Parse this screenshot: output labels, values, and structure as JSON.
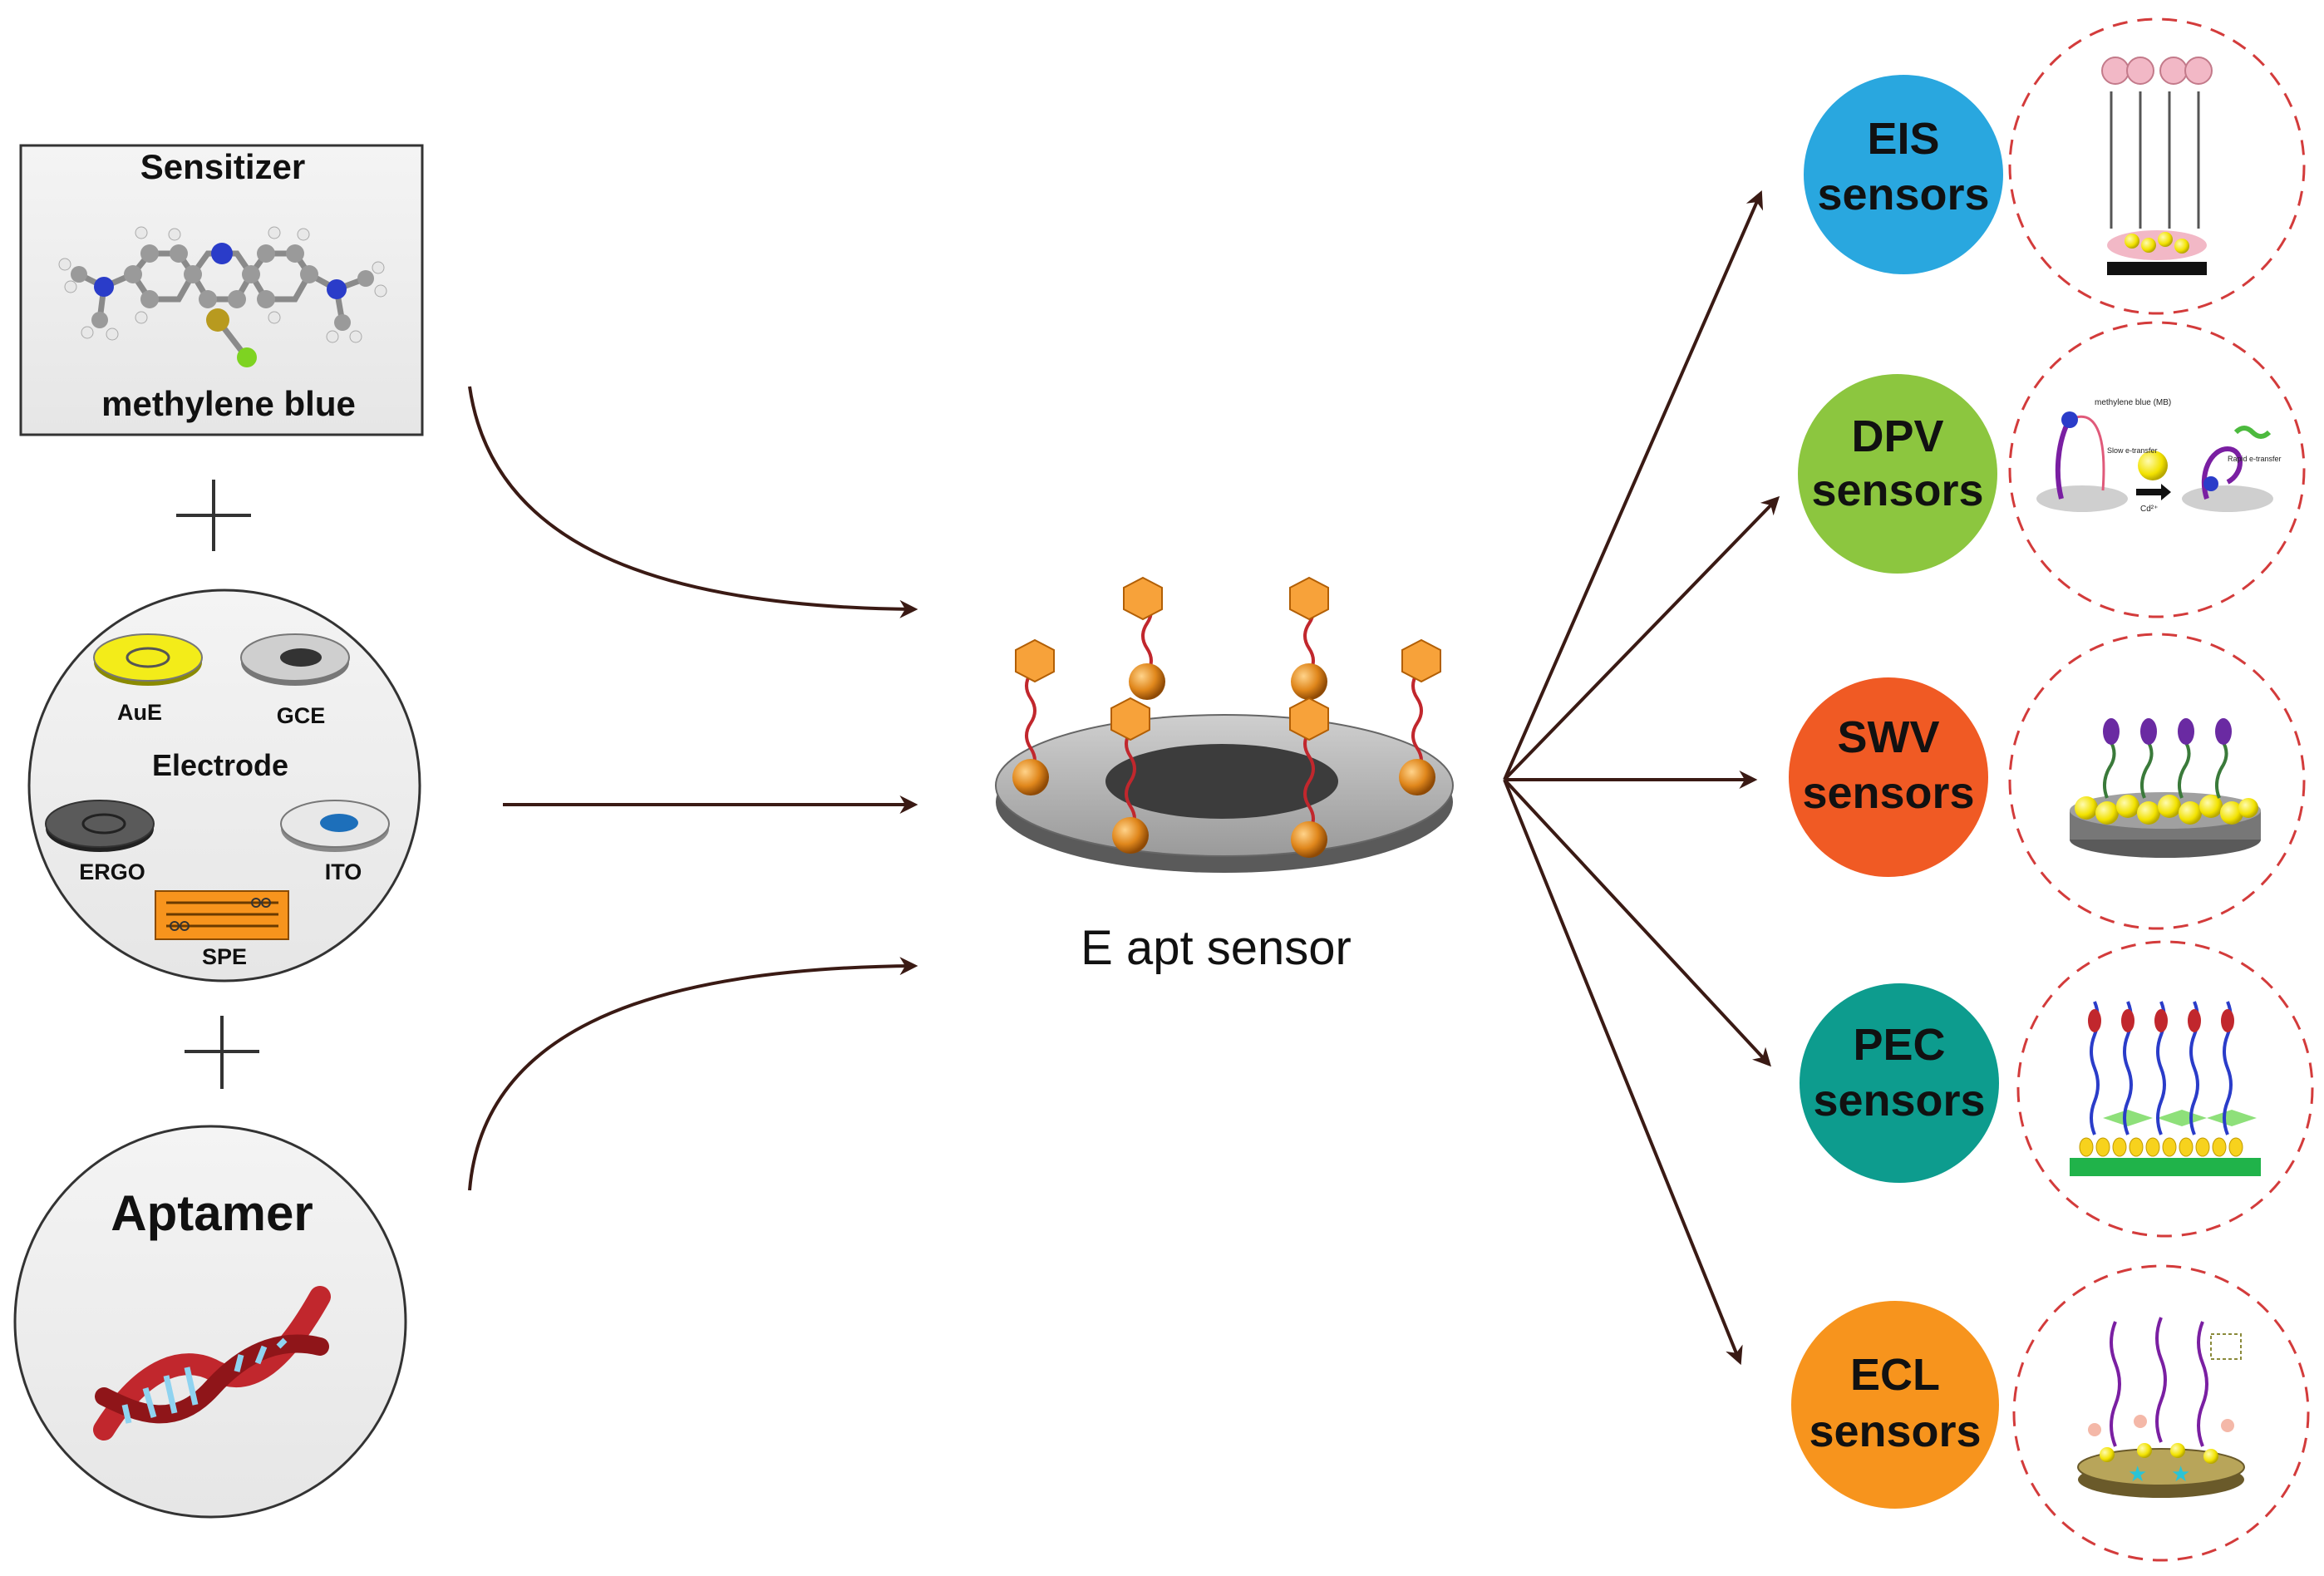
{
  "colors": {
    "eis": "#29a7df",
    "dpv": "#8cc63f",
    "swv": "#f05a24",
    "pec": "#0d9c8e",
    "ecl": "#f7941d",
    "dashed_ring": "#d33b3b",
    "arrow": "#3a1a14",
    "mb_blue": "#2a3cc9",
    "mb_sulfur": "#b89a1f",
    "mb_chlorine": "#7ed321",
    "aptamer_red": "#c1272d",
    "nanoparticle": "#e98a1e"
  },
  "inputs": {
    "sensitizer": {
      "title": "Sensitizer",
      "name": "methylene blue"
    },
    "plus": "+",
    "electrode": {
      "title": "Electrode",
      "types": [
        "AuE",
        "GCE",
        "ERGO",
        "ITO",
        "SPE"
      ]
    },
    "aptamer": {
      "title": "Aptamer"
    }
  },
  "center": {
    "label": "E apt sensor"
  },
  "sensors": [
    {
      "line1": "EIS",
      "line2": "sensors",
      "color": "#29a7df"
    },
    {
      "line1": "DPV",
      "line2": "sensors",
      "color": "#8cc63f"
    },
    {
      "line1": "SWV",
      "line2": "sensors",
      "color": "#f05a24"
    },
    {
      "line1": "PEC",
      "line2": "sensors",
      "color": "#0d9c8e"
    },
    {
      "line1": "ECL",
      "line2": "sensors",
      "color": "#f7941d"
    }
  ],
  "dpv_inset": {
    "mb_label": "methylene blue (MB)",
    "slow": "Slow e-transfer",
    "rapid": "Rapid e-transfer",
    "ion": "Cd²⁺"
  }
}
